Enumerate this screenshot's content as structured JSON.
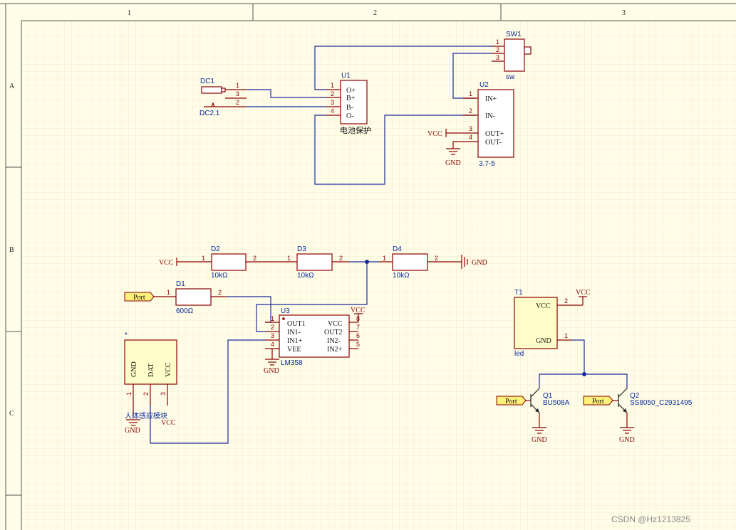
{
  "sheet": {
    "columns": [
      "1",
      "2",
      "3"
    ],
    "rows": [
      "A",
      "B",
      "C"
    ]
  },
  "components": {
    "dc1": {
      "ref": "DC1",
      "value": "DC2.1",
      "pins": [
        "1",
        "3",
        "2"
      ]
    },
    "u1": {
      "ref": "U1",
      "value": "电池保护",
      "pin_labels": [
        "O+",
        "B+",
        "B-",
        "O-"
      ],
      "pins": [
        "1",
        "2",
        "3",
        "4"
      ]
    },
    "sw1": {
      "ref": "SW1",
      "value": "sw",
      "pins": [
        "1",
        "2",
        "3"
      ]
    },
    "u2": {
      "ref": "U2",
      "value": "3.7-5",
      "pin_labels": [
        "IN+",
        "IN-",
        "OUT+",
        "OUT-"
      ],
      "pins": [
        "1",
        "2",
        "3",
        "4"
      ]
    },
    "d2": {
      "ref": "D2",
      "value": "10kΩ",
      "pins": [
        "1",
        "2"
      ]
    },
    "d3": {
      "ref": "D3",
      "value": "10kΩ",
      "pins": [
        "1",
        "2"
      ]
    },
    "d4": {
      "ref": "D4",
      "value": "10kΩ",
      "pins": [
        "1",
        "2"
      ]
    },
    "d1": {
      "ref": "D1",
      "value": "600Ω",
      "pins": [
        "1",
        "2"
      ]
    },
    "u3": {
      "ref": "U3",
      "value": "LM358",
      "left_labels": [
        "OUT1",
        "IN1-",
        "IN1+",
        "VEE"
      ],
      "left_pins": [
        "1",
        "2",
        "3",
        "4"
      ],
      "right_labels": [
        "VCC",
        "OUT2",
        "IN2-",
        "IN2+"
      ],
      "right_pins": [
        "8",
        "7",
        "6",
        "5"
      ]
    },
    "sensor": {
      "ref": "*",
      "value": "人体感应模块",
      "pin_labels": [
        "GND",
        "DAT",
        "VCC"
      ],
      "pins": [
        "1",
        "2",
        "3"
      ]
    },
    "t1": {
      "ref": "T1",
      "value": "led",
      "pin_labels": [
        "VCC",
        "GND"
      ],
      "pins": [
        "2",
        "1"
      ]
    },
    "q1": {
      "ref": "Q1",
      "value": "BU508A"
    },
    "q2": {
      "ref": "Q2",
      "value": "SS8050_C2931495"
    }
  },
  "power": {
    "vcc": "VCC",
    "gnd": "GND"
  },
  "ports": {
    "label": "Port"
  },
  "watermark": "CSDN @Hz1213825"
}
